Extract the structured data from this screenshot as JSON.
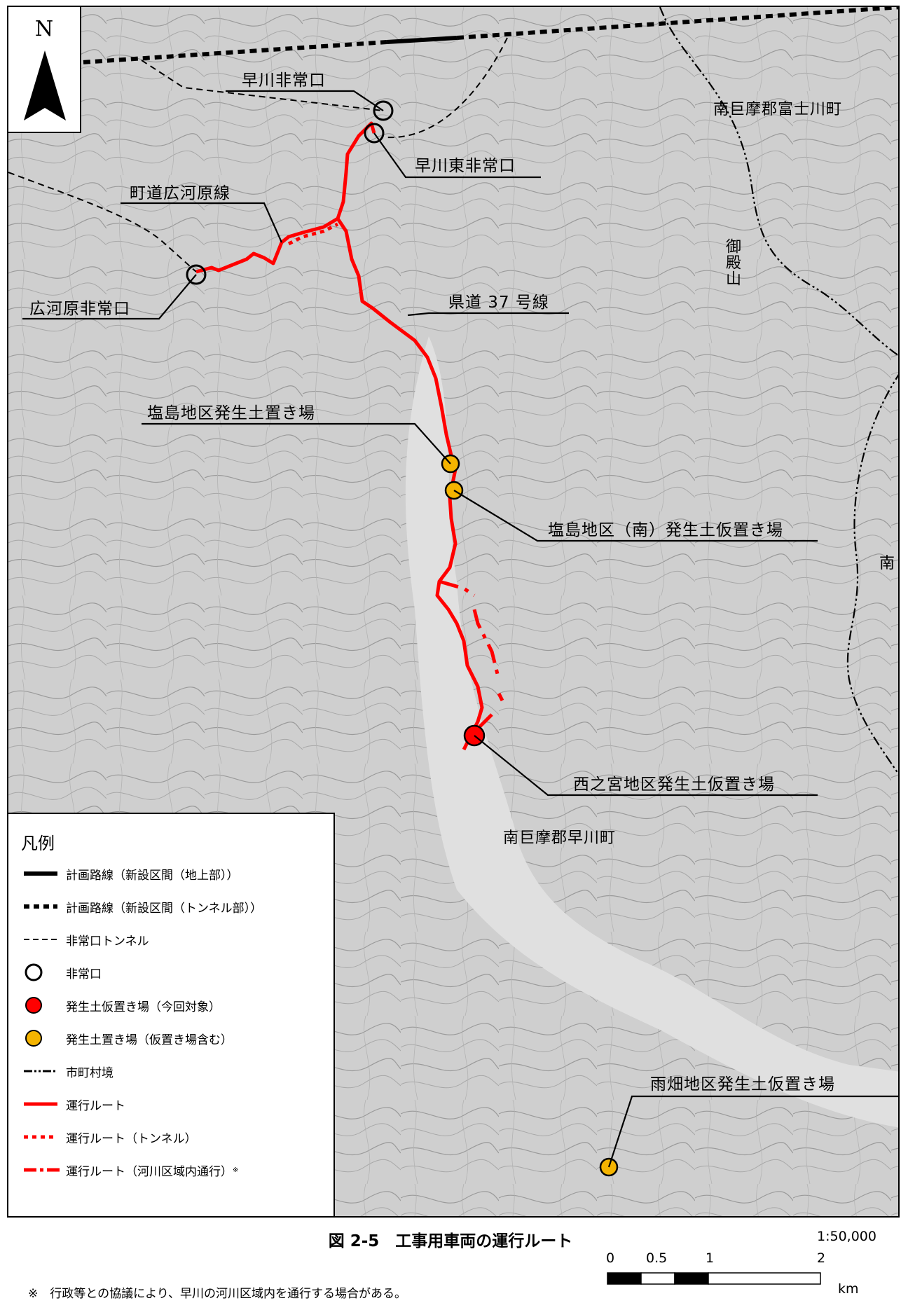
{
  "colors": {
    "route": "#ff0000",
    "soil_site": "#f5b400",
    "soil_site_current": "#ff0000",
    "boundary": "#000000"
  },
  "north_label": "N",
  "labels": {
    "hayakawa_exit": "早川非常口",
    "hayakawa_east_exit": "早川東非常口",
    "town_road": "町道広河原線",
    "hirogawara_exit": "広河原非常口",
    "pref_road": "県道 37 号線",
    "shiojima_site": "塩島地区発生土置き場",
    "shiojima_south_site": "塩島地区（南）発生土仮置き場",
    "nishinomiya_site": "西之宮地区発生土仮置き場",
    "amehata_site": "雨畑地区発生土仮置き場"
  },
  "map_text": {
    "fujikawa_town": "南巨摩郡富士川町",
    "hayakawa_town": "南巨摩郡早川町",
    "minami_partial": "南",
    "gotenyama": "御殿山"
  },
  "legend": {
    "title": "凡例",
    "items": [
      {
        "symbol": "planned-above",
        "label": "計画路線（新設区間（地上部））"
      },
      {
        "symbol": "planned-tunnel",
        "label": "計画路線（新設区間（トンネル部））"
      },
      {
        "symbol": "exit-tunnel",
        "label": "非常口トンネル"
      },
      {
        "symbol": "exit",
        "label": "非常口"
      },
      {
        "symbol": "site-current",
        "label": "発生土仮置き場（今回対象）"
      },
      {
        "symbol": "site",
        "label": "発生土置き場（仮置き場含む）"
      },
      {
        "symbol": "boundary",
        "label": "市町村境"
      },
      {
        "symbol": "route",
        "label": "運行ルート"
      },
      {
        "symbol": "route-tunnel",
        "label": "運行ルート（トンネル）"
      },
      {
        "symbol": "route-river",
        "label": "運行ルート（河川区域内通行）"
      }
    ],
    "note_mark": "※"
  },
  "caption": "図 2-5　工事用車両の運行ルート",
  "scale": {
    "ratio": "1:50,000",
    "ticks": [
      "0",
      "0.5",
      "1",
      "2"
    ],
    "unit": "km"
  },
  "note": "※　行政等との協議により、早川の河川区域内を通行する場合がある。"
}
